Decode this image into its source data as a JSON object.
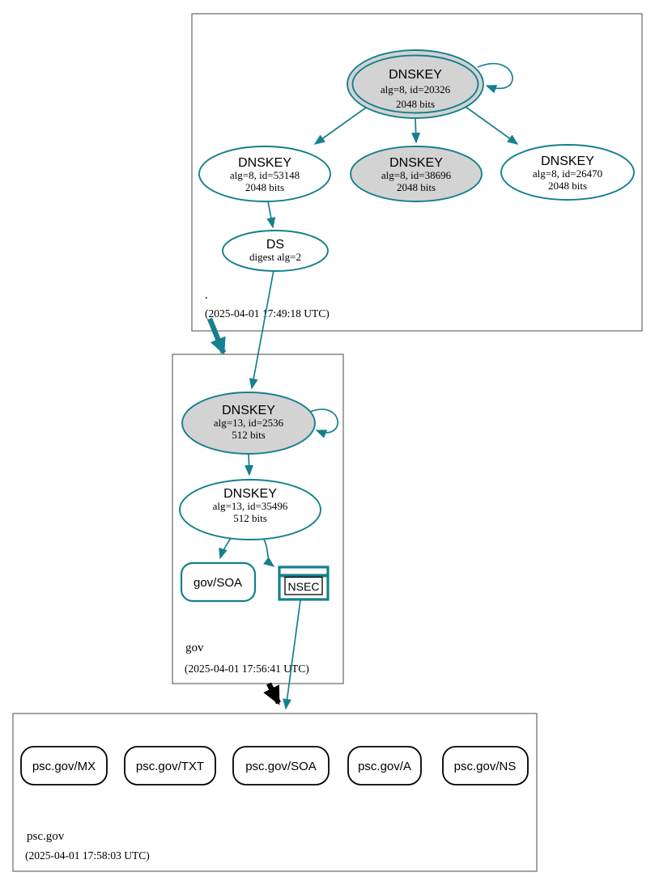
{
  "colors": {
    "edge": "#15808e",
    "node_fill": "#d3d3d3",
    "node_white": "#ffffff",
    "box_border": "#595959",
    "black": "#000000"
  },
  "zones": {
    "root": {
      "name": ".",
      "timestamp": "(2025-04-01 17:49:18 UTC)",
      "ksk": {
        "type": "DNSKEY",
        "alg": "alg=8, id=20326",
        "bits": "2048 bits"
      },
      "zsk_left": {
        "type": "DNSKEY",
        "alg": "alg=8, id=53148",
        "bits": "2048 bits"
      },
      "zsk_mid": {
        "type": "DNSKEY",
        "alg": "alg=8, id=38696",
        "bits": "2048 bits"
      },
      "zsk_right": {
        "type": "DNSKEY",
        "alg": "alg=8, id=26470",
        "bits": "2048 bits"
      },
      "ds": {
        "type": "DS",
        "digest": "digest alg=2"
      }
    },
    "gov": {
      "name": "gov",
      "timestamp": "(2025-04-01 17:56:41 UTC)",
      "ksk": {
        "type": "DNSKEY",
        "alg": "alg=13, id=2536",
        "bits": "512 bits"
      },
      "zsk": {
        "type": "DNSKEY",
        "alg": "alg=13, id=35496",
        "bits": "512 bits"
      },
      "soa": {
        "label": "gov/SOA"
      },
      "nsec": {
        "label": "NSEC"
      }
    },
    "psc_gov": {
      "name": "psc.gov",
      "timestamp": "(2025-04-01 17:58:03 UTC)",
      "rrsets": [
        {
          "label": "psc.gov/MX"
        },
        {
          "label": "psc.gov/TXT"
        },
        {
          "label": "psc.gov/SOA"
        },
        {
          "label": "psc.gov/A"
        },
        {
          "label": "psc.gov/NS"
        }
      ]
    }
  }
}
